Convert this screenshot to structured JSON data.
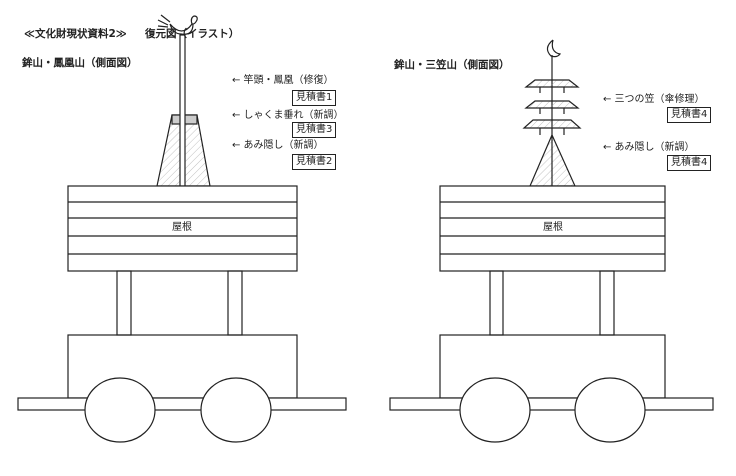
{
  "header": {
    "doc_title": "≪文化財現状資料2≫",
    "subtitle": "復元図（イラスト）"
  },
  "left": {
    "title": "鉾山・鳳凰山（側面図）",
    "roof_label": "屋根",
    "notes": [
      {
        "label": "← 竿頭・鳳凰（修復）",
        "ref": "見積書1"
      },
      {
        "label": "← しゃくま垂れ（新調）",
        "ref": "見積書3"
      },
      {
        "label": "← あみ隠し（新調）",
        "ref": "見積書2"
      }
    ]
  },
  "right": {
    "title": "鉾山・三笠山（側面図）",
    "roof_label": "屋根",
    "notes": [
      {
        "label": "← 三つの笠（傘修理）",
        "ref": "見積書4"
      },
      {
        "label": "← あみ隠し（新調）",
        "ref": "見積書4"
      }
    ]
  }
}
